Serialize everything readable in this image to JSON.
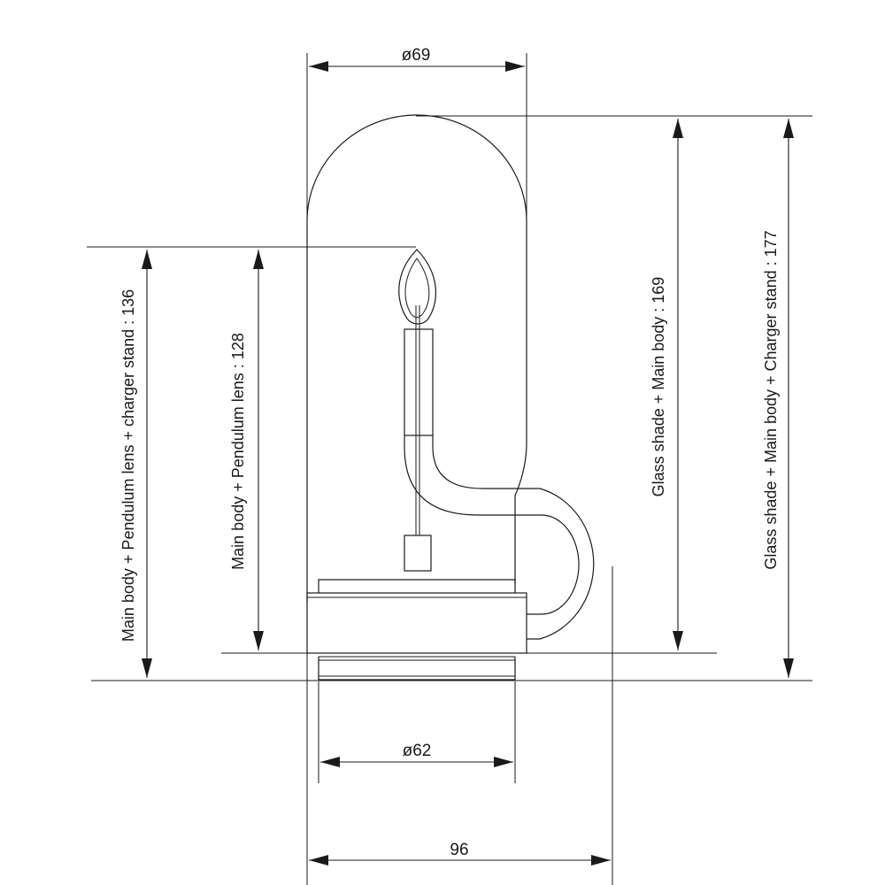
{
  "dimensions": {
    "top_width": "ø69",
    "base_width": "ø62",
    "overall_width": "96",
    "height_main_pendulum_charger": "Main body + Pendulum lens + charger stand : 136",
    "height_main_pendulum": "Main body + Pendulum lens : 128",
    "height_shade_main": "Glass shade + Main body : 169",
    "height_shade_main_charger": "Glass shade + Main body + Charger stand : 177"
  }
}
